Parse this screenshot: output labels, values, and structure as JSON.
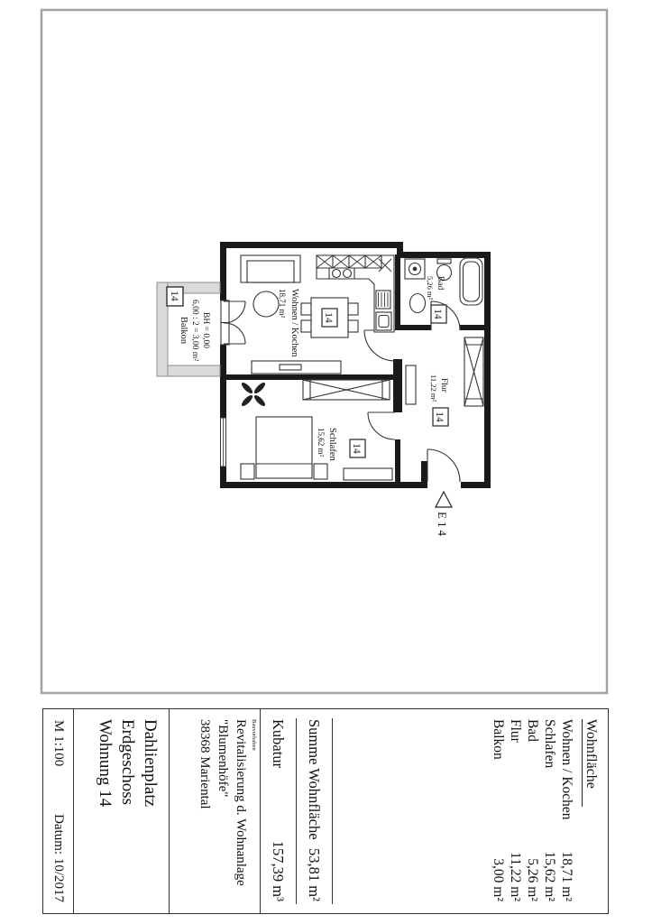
{
  "floor_plan": {
    "unit_badge": "14",
    "entrance_label": "E14",
    "rooms": {
      "wohnen": {
        "name": "Wohnen / Kochen",
        "area": "18,71 m²"
      },
      "schlafen": {
        "name": "Schlafen",
        "area": "15,62 m²"
      },
      "bad": {
        "name": "Bad",
        "area": "5,26 m²"
      },
      "flur": {
        "name": "Flur",
        "area": "11,22 m²"
      }
    },
    "balcony": {
      "lines": [
        "BH = 0,00",
        "6,00 : 2 = 3,00 m²",
        "Balkon"
      ]
    }
  },
  "title_block": {
    "areas": {
      "header": "Wohnfläche",
      "rows": [
        {
          "label": "Wohnen / Kochen",
          "value": "18,71 m²"
        },
        {
          "label": "Schlafen",
          "value": "15,62 m²"
        },
        {
          "label": "Bad",
          "value": "5,26 m²"
        },
        {
          "label": "Flur",
          "value": "11,22 m²"
        },
        {
          "label": "Balkon",
          "value": "3,00 m²"
        }
      ],
      "sum": {
        "label": "Summe Wohnfläche",
        "value": "53,81 m²"
      },
      "kubatur": {
        "label": "Kubatur",
        "value": "157,39 m³"
      }
    },
    "project": {
      "caption": "Bauvorhaben",
      "line1": "Revitalisierung d. Wohnanlage",
      "line2": "\"Blumenhöfe\"",
      "line3": "38368 Mariental"
    },
    "location": {
      "line1": "Dahlienplatz",
      "line2": "Erdgeschoss",
      "line3": "Wohnung 14"
    },
    "meta": {
      "scale": "M 1:100",
      "date": "Datum: 10/2017"
    }
  },
  "colors": {
    "wall": "#1a1a1a",
    "line": "#333333",
    "page_border": "#a3a3a3",
    "balcony_fill": "#d9d9d9"
  }
}
